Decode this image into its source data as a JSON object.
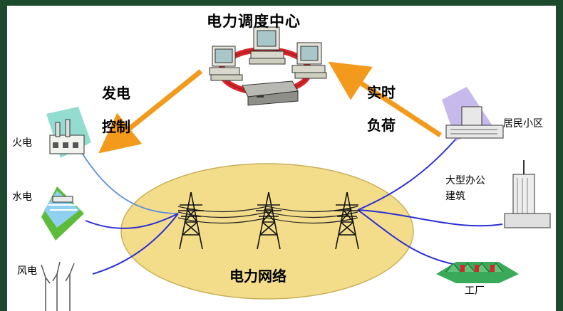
{
  "title": "电力调度中心",
  "left_arrow": {
    "line1": "发电",
    "line2": "控制"
  },
  "right_arrow": {
    "line1": "实时",
    "line2": "负荷"
  },
  "sources": {
    "thermal": "火电",
    "hydro": "水电",
    "wind": "风电"
  },
  "loads": {
    "residential": "居民小区",
    "office_line1": "大型办公",
    "office_line2": "建筑",
    "factory": "工厂"
  },
  "network_label": "电力网络",
  "colors": {
    "arrow": "#f39a1c",
    "ellipse": "#f3dd8a",
    "ring": "#d9252a",
    "line_blue": "#2b2fd6",
    "line_light": "#5b8fe0",
    "frame": "#1b4a2c"
  }
}
